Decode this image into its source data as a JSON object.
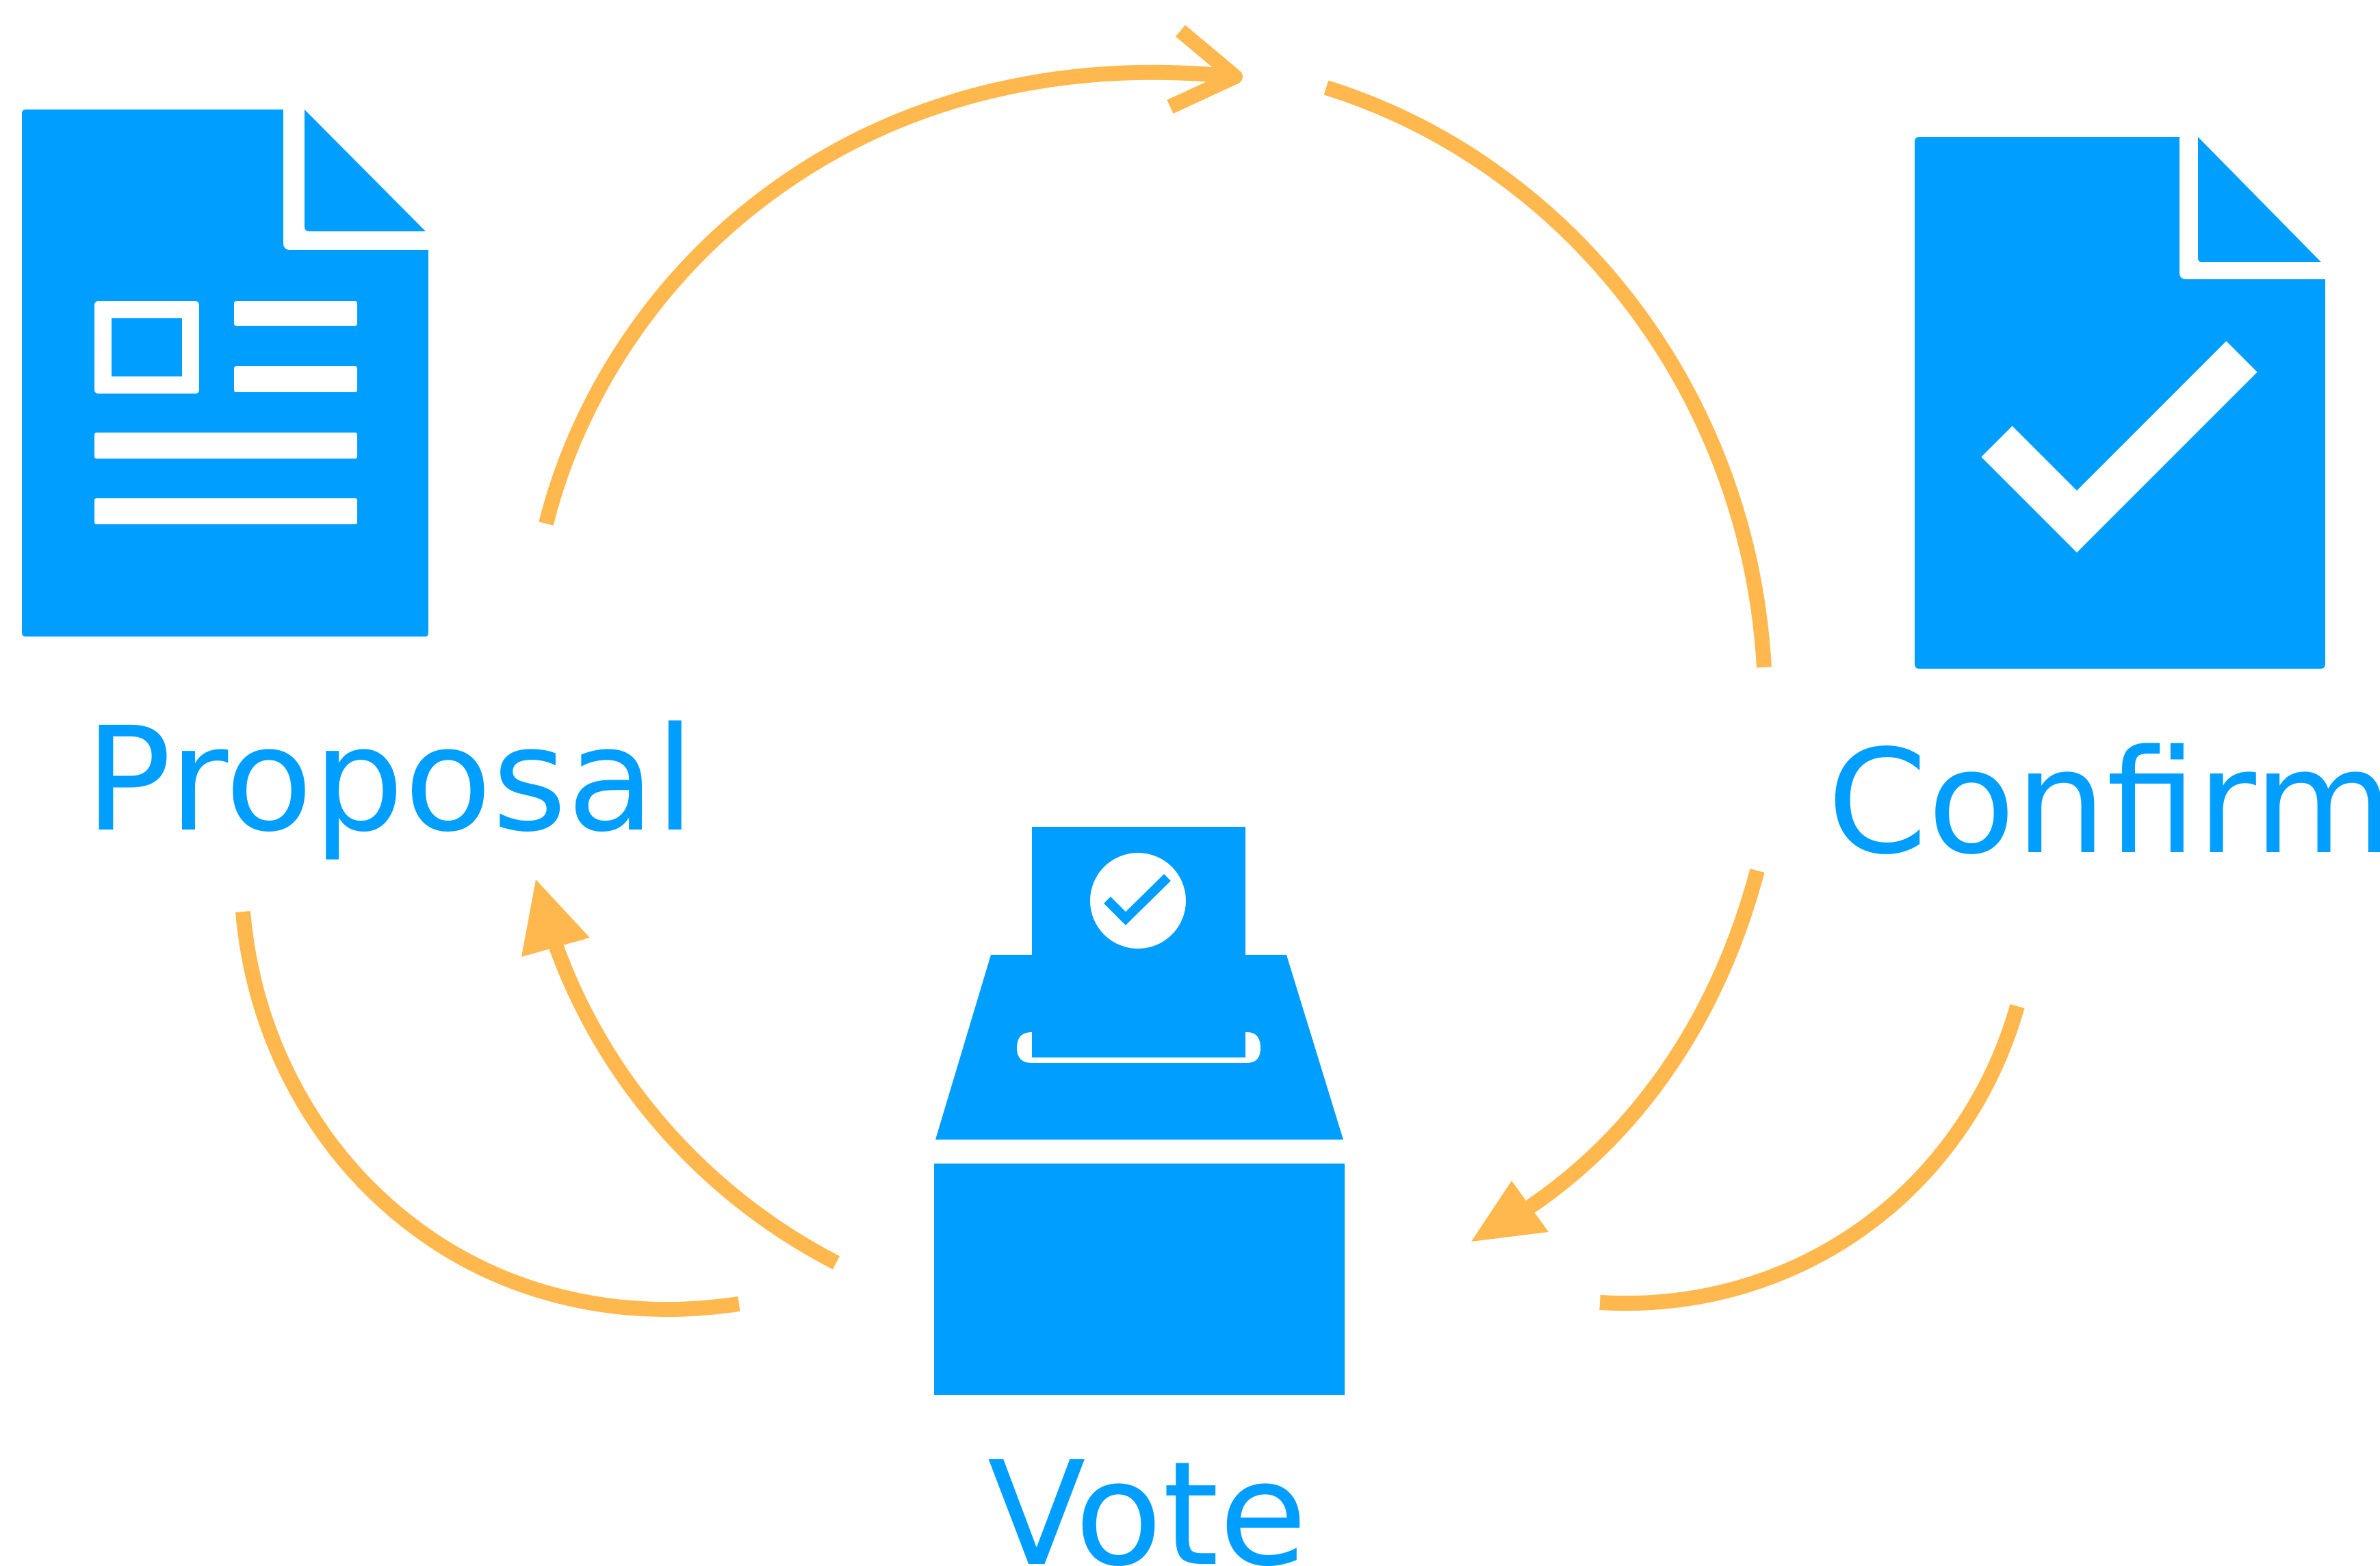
{
  "diagram": {
    "nodes": {
      "proposal": {
        "label": "Proposal",
        "icon": "document-icon"
      },
      "confirm": {
        "label": "Confirm",
        "icon": "document-check-icon"
      },
      "vote": {
        "label": "Vote",
        "icon": "ballot-box-icon"
      }
    },
    "cycle": [
      "Proposal",
      "Confirm",
      "Vote",
      "Proposal"
    ]
  },
  "colors": {
    "icon_blue": "#009FFF",
    "arrow_orange": "#FFB84D",
    "background": "#FFFFFF"
  }
}
